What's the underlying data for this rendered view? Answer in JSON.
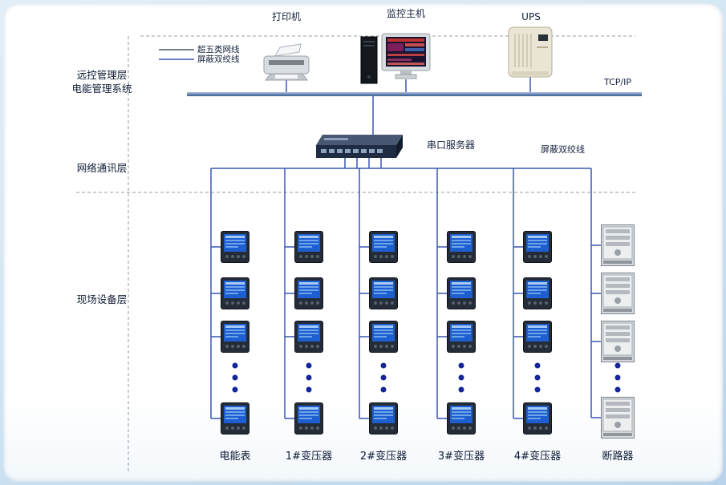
{
  "legend": {
    "items": [
      {
        "label": "超五类网线",
        "color": "#4a5568"
      },
      {
        "label": "屏蔽双绞线",
        "color": "#3a56b4"
      }
    ]
  },
  "layer_labels": {
    "management_line1": "远控管理层",
    "management_line2": "电能管理系统",
    "network": "网络通讯层",
    "field": "现场设备层"
  },
  "devices": {
    "printer": "打印机",
    "host": "监控主机",
    "ups": "UPS",
    "serial_server": "串口服务器"
  },
  "cables": {
    "tcpip": "TCP/IP",
    "shielded": "屏蔽双绞线"
  },
  "columns": [
    {
      "label": "电能表"
    },
    {
      "label": "1#变压器"
    },
    {
      "label": "2#变压器"
    },
    {
      "label": "3#变压器"
    },
    {
      "label": "4#变压器"
    },
    {
      "label": "断路器"
    }
  ],
  "colors": {
    "line_blue": "#3a56b4",
    "bus_blue": "#6b89b8",
    "dash_gray": "#959ca6",
    "text": "#14213c"
  }
}
